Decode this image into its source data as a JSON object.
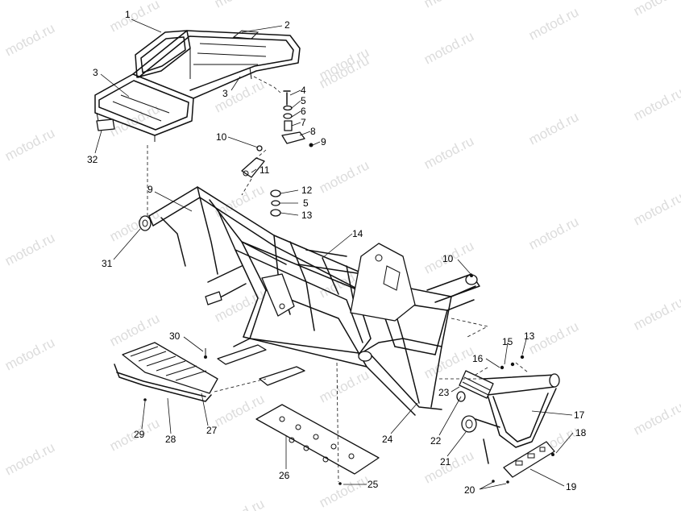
{
  "watermark": "motod.ru",
  "callouts": [
    {
      "id": "c1",
      "text": "1"
    },
    {
      "id": "c2",
      "text": "2"
    },
    {
      "id": "c3a",
      "text": "3"
    },
    {
      "id": "c3b",
      "text": "3"
    },
    {
      "id": "c4",
      "text": "4"
    },
    {
      "id": "c5a",
      "text": "5"
    },
    {
      "id": "c6",
      "text": "6"
    },
    {
      "id": "c7",
      "text": "7"
    },
    {
      "id": "c8",
      "text": "8"
    },
    {
      "id": "c9a",
      "text": "9"
    },
    {
      "id": "c10a",
      "text": "10"
    },
    {
      "id": "c11",
      "text": "11"
    },
    {
      "id": "c9b",
      "text": "9"
    },
    {
      "id": "c12",
      "text": "12"
    },
    {
      "id": "c5b",
      "text": "5"
    },
    {
      "id": "c13a",
      "text": "13"
    },
    {
      "id": "c14",
      "text": "14"
    },
    {
      "id": "c31",
      "text": "31"
    },
    {
      "id": "c32",
      "text": "32"
    },
    {
      "id": "c10b",
      "text": "10"
    },
    {
      "id": "c30",
      "text": "30"
    },
    {
      "id": "c15",
      "text": "15"
    },
    {
      "id": "c13b",
      "text": "13"
    },
    {
      "id": "c16",
      "text": "16"
    },
    {
      "id": "c23",
      "text": "23"
    },
    {
      "id": "c17",
      "text": "17"
    },
    {
      "id": "c22",
      "text": "22"
    },
    {
      "id": "c18",
      "text": "18"
    },
    {
      "id": "c21",
      "text": "21"
    },
    {
      "id": "c24",
      "text": "24"
    },
    {
      "id": "c27",
      "text": "27"
    },
    {
      "id": "c29",
      "text": "29"
    },
    {
      "id": "c28",
      "text": "28"
    },
    {
      "id": "c26",
      "text": "26"
    },
    {
      "id": "c25",
      "text": "25"
    },
    {
      "id": "c19",
      "text": "19"
    },
    {
      "id": "c20",
      "text": "20"
    }
  ]
}
